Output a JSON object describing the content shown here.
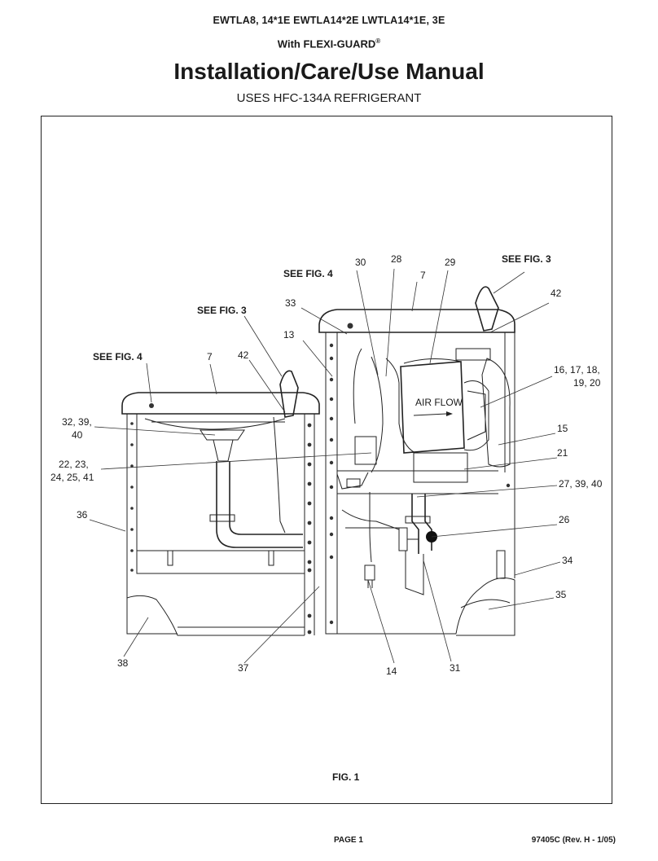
{
  "header": {
    "models": "EWTLA8, 14*1E   EWTLA14*2E   LWTLA14*1E, 3E",
    "with_text": "With FLEXI-GUARD",
    "registered": "®",
    "title": "Installation/Care/Use Manual",
    "subtitle": "USES HFC-134A REFRIGERANT"
  },
  "figure": {
    "caption": "FIG. 1",
    "callouts": {
      "see_fig4_left": "SEE FIG. 4",
      "see_fig3_left": "SEE FIG. 3",
      "see_fig4_center": "SEE FIG. 4",
      "see_fig3_right": "SEE FIG. 3",
      "c7_left": "7",
      "c42_left": "42",
      "c32": "32, 39,",
      "c32b": "40",
      "c22": "22, 23,",
      "c22b": "24, 25, 41",
      "c36": "36",
      "c38": "38",
      "c37": "37",
      "c33": "33",
      "c13": "13",
      "c30": "30",
      "c28": "28",
      "c29": "29",
      "c7_right": "7",
      "c42_right": "42",
      "c16": "16, 17, 18,",
      "c16b": "19, 20",
      "c15": "15",
      "c21": "21",
      "c27": "27, 39, 40",
      "c26": "26",
      "c34": "34",
      "c35": "35",
      "c14": "14",
      "c31": "31",
      "airflow": "AIR FLOW"
    }
  },
  "footer": {
    "page": "PAGE 1",
    "revision": "97405C (Rev. H - 1/05)"
  }
}
